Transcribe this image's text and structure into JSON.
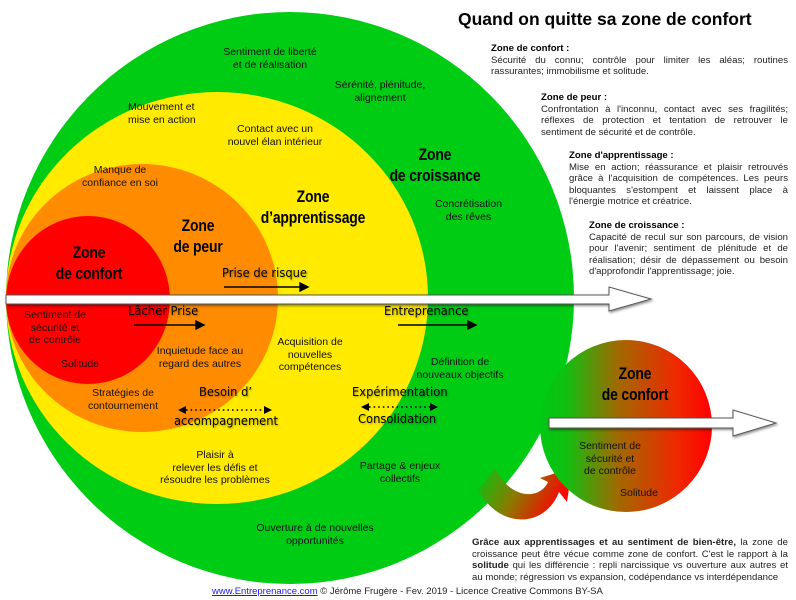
{
  "title": "Quand on quitte sa zone de confort",
  "colors": {
    "croissance": "#00cc14",
    "apprentissage": "#ffea00",
    "peur": "#ff8c00",
    "confort": "#ff0000",
    "background": "#ffffff",
    "link": "#1a1aee"
  },
  "zones": {
    "confort": {
      "line1": "Zone",
      "line2": "de confort"
    },
    "peur": {
      "line1": "Zone",
      "line2": "de peur"
    },
    "apprentissage": {
      "line1": "Zone",
      "line2": "d’apprentissage"
    },
    "croissance": {
      "line1": "Zone",
      "line2": "de croissance"
    },
    "confort_new": {
      "line1": "Zone",
      "line2": "de confort"
    }
  },
  "labels": {
    "liberte": [
      "Sentiment de liberté",
      "et de réalisation"
    ],
    "serenite": [
      "Sérénité, plénitude,",
      "alignement"
    ],
    "mouvement": [
      "Mouvement et",
      "mise en action"
    ],
    "contact": [
      "Contact avec un",
      "nouvel élan intérieur"
    ],
    "manque": [
      "Manque de",
      "confiance en soi"
    ],
    "concretisation": [
      "Concrétisation",
      "des rêves"
    ],
    "securite": [
      "Sentiment de",
      "sécurité et",
      "de contrôle"
    ],
    "solitude": "Solitude",
    "inquietude": [
      "Inquietude face au",
      "regard des autres"
    ],
    "acquisition": [
      "Acquisition de",
      "nouvelles",
      "compétences"
    ],
    "definition": [
      "Définition de",
      "nouveaux objectifs"
    ],
    "strategies": [
      "Stratégies de",
      "contournement"
    ],
    "plaisir": [
      "Plaisir à",
      "relever les défis et",
      "résoudre les problèmes"
    ],
    "partage": [
      "Partage & enjeux",
      "collectifs"
    ],
    "ouverture": [
      "Ouverture à de nouvelles",
      "opportunités"
    ],
    "new_securite": [
      "Sentiment de",
      "sécurité et",
      "de contrôle"
    ],
    "new_solitude": "Solitude"
  },
  "actions": {
    "prise_de_risque": "Prise de risque",
    "lacher_prise": "Lâcher Prise",
    "entreprenance": "Entreprenance",
    "besoin_line1": "Besoin d’",
    "besoin_line2": "accompagnement",
    "experimentation": "Expérimentation",
    "consolidation": "Consolidation"
  },
  "descriptions": [
    {
      "heading": "Zone de confort :",
      "text": "Sécurité du connu; contrôle pour limiter les aléas; routines rassurantes; immobilisme et solitude."
    },
    {
      "heading": "Zone de peur :",
      "text": "Confrontation à l'inconnu, contact avec ses fragilités; réflexes de protection et tentation de retrouver le sentiment de sécurité et de contrôle."
    },
    {
      "heading": "Zone d'apprentissage :",
      "text": "Mise en action; réassurance et plaisir retrouvés grâce à l'acquisition de compétences. Les peurs bloquantes s'estompent et laissent place à l'énergie motrice et créatrice."
    },
    {
      "heading": "Zone de croissance :",
      "text": "Capacité de recul sur son parcours, de vision pour l'avenir; sentiment de plénitude et de réalisation; désir de dépassement ou besoin d'approfondir l'apprentissage; joie."
    }
  ],
  "conclusion": {
    "bold1": "Grâce aux apprentissages et au sentiment de bien-être,",
    "text1": " la zone de croissance peut être vécue comme zone de confort. C'est le rapport à la ",
    "bold2": "solitude",
    "text2": " qui les différencie : repli narcissique vs ouverture aux autres et au monde; régression vs expansion, codépendance vs interdépendance"
  },
  "footer": {
    "link": "www.Entreprenance.com",
    "text": " © Jérôme Frugère - Fev. 2019 - Licence Creative Commons BY-SA"
  }
}
